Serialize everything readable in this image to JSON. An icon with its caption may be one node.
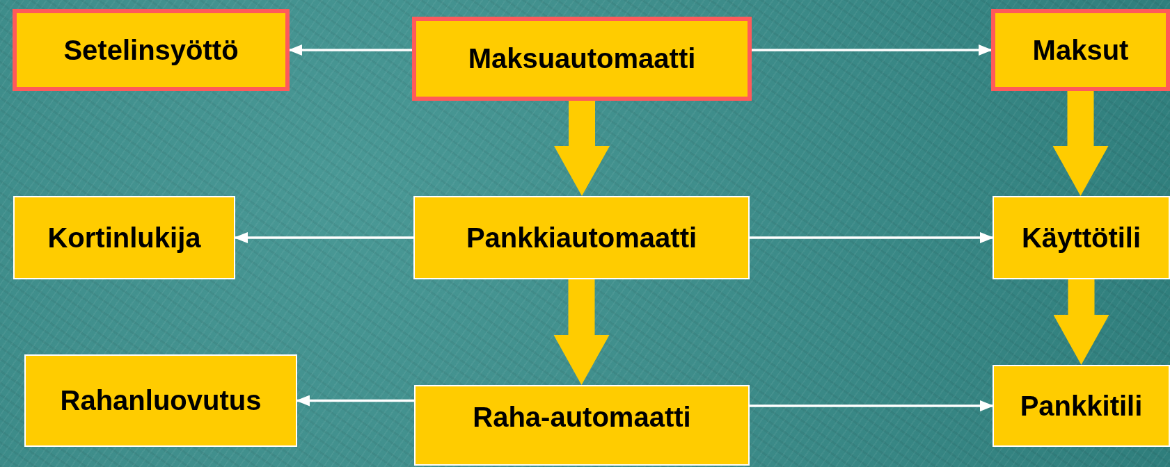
{
  "diagram": {
    "nodes": [
      {
        "text": [
          "Setelinsyöttö"
        ]
      },
      {
        "text": [
          "Maksuautomaatti"
        ]
      },
      {
        "text": [
          "Maksut"
        ]
      },
      {
        "text": [
          "Kortinlukija"
        ]
      },
      {
        "text": [
          "Pankkiautomaatti"
        ]
      },
      {
        "text": [
          "Käyttötili"
        ]
      },
      {
        "text": [
          "Rahanluovutus"
        ]
      },
      {
        "text": [
          "Raha-automaatti"
        ]
      },
      {
        "text": [
          "Pankkitili"
        ]
      }
    ],
    "edges": [
      {
        "from": 1,
        "to": 0,
        "arrow": "to"
      },
      {
        "from": 1,
        "to": 2,
        "arrow": "to"
      },
      {
        "from": 1,
        "to": 4,
        "arrow": "to",
        "style": "thick",
        "color": "#ffcc00"
      },
      {
        "from": 2,
        "to": 5,
        "arrow": "to",
        "style": "thick",
        "color": "#ffcc00"
      },
      {
        "from": 4,
        "to": 3,
        "arrow": "to"
      },
      {
        "from": 4,
        "to": 5,
        "arrow": "to"
      },
      {
        "from": 4,
        "to": 7,
        "arrow": "to",
        "style": "thick",
        "color": "#ffcc00"
      },
      {
        "from": 5,
        "to": 8,
        "arrow": "to",
        "style": "thick",
        "color": "#ffcc00"
      },
      {
        "from": 7,
        "to": 6,
        "arrow": "to"
      },
      {
        "from": 7,
        "to": 8,
        "arrow": "to"
      }
    ]
  }
}
